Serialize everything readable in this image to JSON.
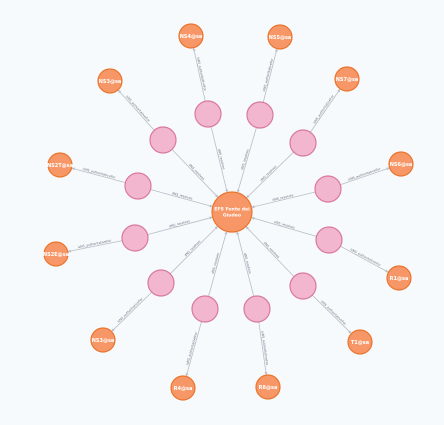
{
  "graph": {
    "colors": {
      "background": "#f6fafd",
      "hub_fill": "#f79767",
      "leaf_fill": "#f79767",
      "mid_fill": "#f2b7cf",
      "edge": "#b8bec6"
    },
    "hub": {
      "label_lines": [
        "EFS Fonte dei",
        "Giudeo"
      ]
    },
    "inner_edge_label": "dNS_resolves",
    "outer_edge_label": "isNS_authoritativeFor",
    "spokes": [
      {
        "leaf": "NS4@sa"
      },
      {
        "leaf": "NS5@sa"
      },
      {
        "leaf": "NS7@sa"
      },
      {
        "leaf": "NS6@sa"
      },
      {
        "leaf": "R1@sa"
      },
      {
        "leaf": "T1@sa"
      },
      {
        "leaf": "R8@sa"
      },
      {
        "leaf": "R4@sa"
      },
      {
        "leaf": "NS3@sa"
      },
      {
        "leaf": "NS2E@sa"
      },
      {
        "leaf": "NS2T@sa"
      },
      {
        "leaf": "NS3@sa"
      }
    ]
  }
}
